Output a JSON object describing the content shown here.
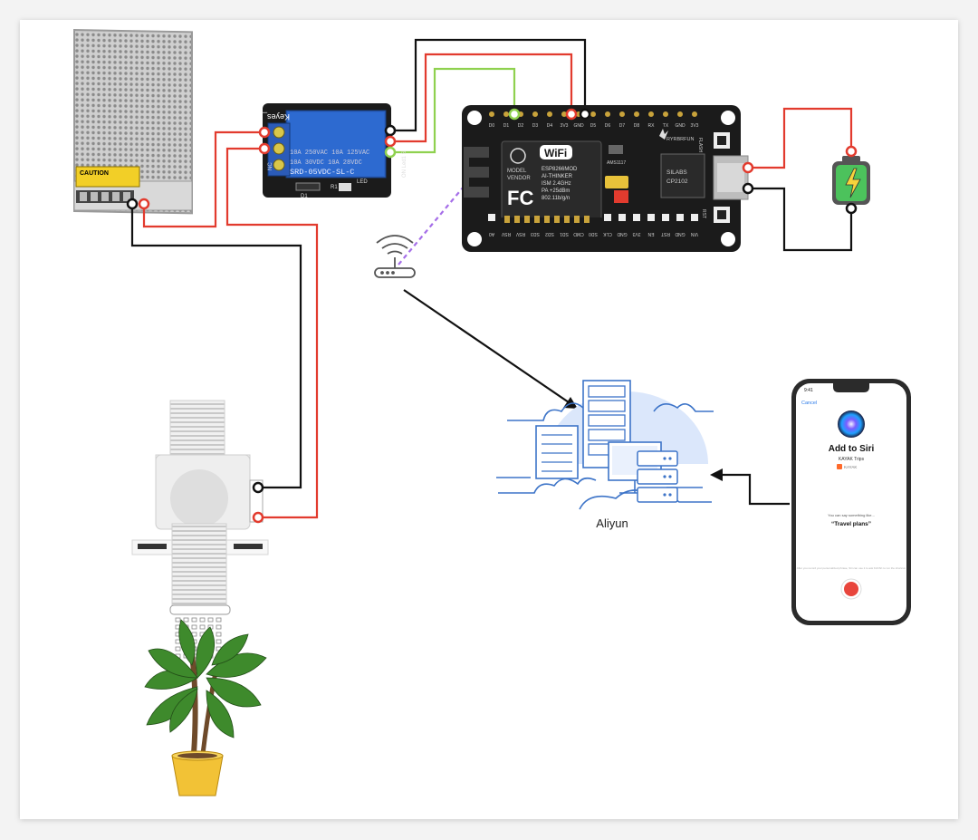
{
  "relay": {
    "brand": "Keyes_SRly",
    "spec_line1": "10A 250VAC  10A 125VAC",
    "spec_line2": "10A  30VDC  10A  28VDC",
    "model": "SRD-05VDC-SL-C",
    "side_label": "ON Led1 S",
    "nc_label": "NC",
    "d1_label": "D1",
    "r1_label": "R1",
    "led_label": "LED"
  },
  "esp": {
    "top_pins": [
      "D0",
      "D1",
      "D2",
      "D3",
      "D4",
      "3V3",
      "GND",
      "D5",
      "D6",
      "D7",
      "D8",
      "RX",
      "TX",
      "GND",
      "3V3"
    ],
    "bottom_pins": [
      "A0",
      "RSV",
      "RSV",
      "SD3",
      "SD2",
      "SD1",
      "CMD",
      "SD0",
      "CLK",
      "GND",
      "3V3",
      "EN",
      "RST",
      "GND",
      "VIN"
    ],
    "model_vendor": "MODEL\nVENDOR",
    "wifi_text": "WiFi",
    "module_lines": [
      "ESP8266MOD",
      "AI-THINKER",
      "ISM 2.4GHz",
      "PA +25dBm",
      "802.11b/g/n"
    ],
    "fc_text": "FC",
    "chip1": "AMS1117",
    "brand": "RYRBRFUN",
    "usb_chip": [
      "SILABS",
      "CP2102"
    ],
    "flash_label": "FLASH",
    "rst_label": "RST"
  },
  "psu": {
    "caution": "CAUTION"
  },
  "cloud": {
    "label": "Aliyun"
  },
  "phone": {
    "time": "9:41",
    "cancel": "Cancel",
    "title": "Add to Siri",
    "subtitle": "KAYAK Trips",
    "app": "KAYAK",
    "say_text": "You can say something like...",
    "phrase": "“Travel plans”",
    "footer": "After you record your personalized phrase, Siri can use it to ask KAYAK to run the shortcut."
  },
  "colors": {
    "wire_black": "#111111",
    "wire_red": "#e23b2e",
    "wire_green": "#8fd14f",
    "wireless": "#a56ee8",
    "board": "#1b1b1b",
    "relay_blue": "#1f4f9c",
    "cloud_blue": "#3d74c8",
    "battery_green": "#4cc25c",
    "pot_yellow": "#f2c236",
    "record_red": "#e8453c"
  }
}
